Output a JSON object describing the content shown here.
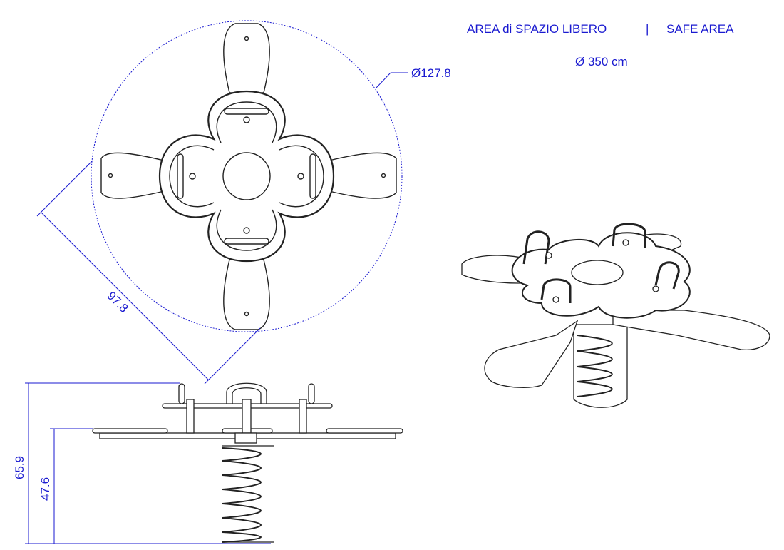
{
  "header": {
    "safe_area_it": "AREA di SPAZIO LIBERO",
    "separator": "|",
    "safe_area_en": "SAFE AREA",
    "diameter_area": "Ø 350 cm"
  },
  "dimensions": {
    "overall_diameter": "Ø127.8",
    "diagonal_width": "97.8",
    "total_height": "65.9",
    "seat_height": "47.6"
  },
  "colors": {
    "dimension": "#1a1ad0",
    "line": "#222222"
  }
}
